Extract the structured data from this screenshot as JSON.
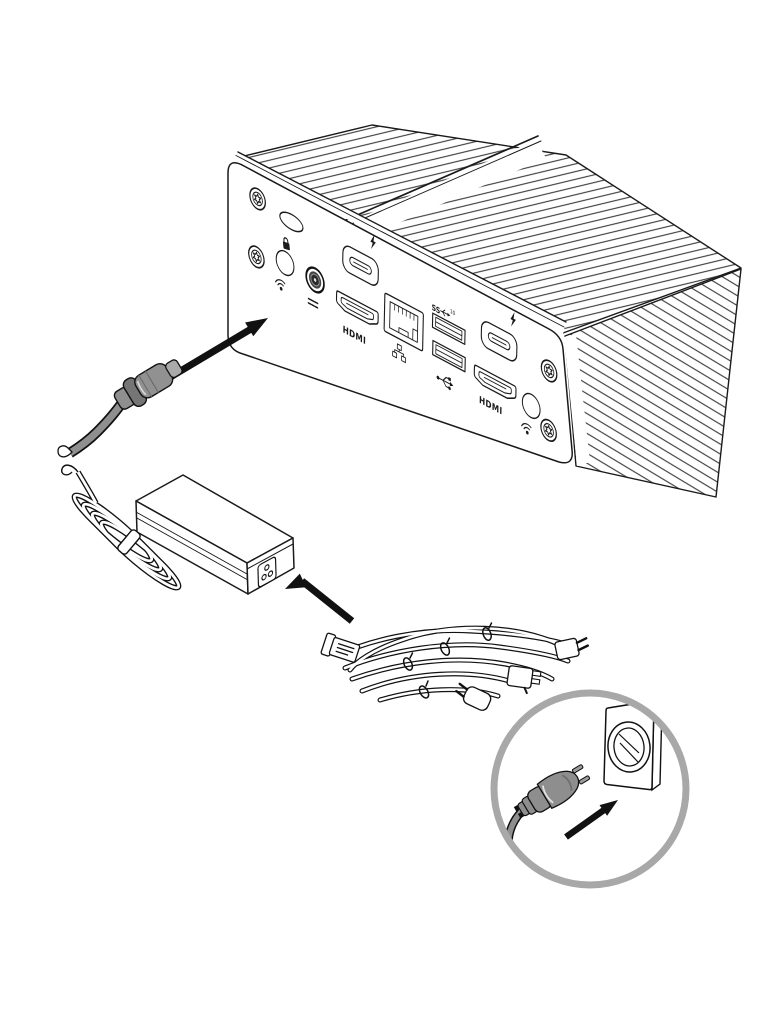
{
  "illustration": {
    "scene": "mini-pc-power-connection-steps",
    "labels": {
      "hdmi": "HDMI",
      "usb_speed_prefix": "SS",
      "usb_speed_value": "10"
    },
    "mini_pc": {
      "name": "mini-pc-rear-view",
      "screw_count": 4,
      "rear_ports": [
        {
          "id": "kensington-lock-slot",
          "icon": "lock-icon"
        },
        {
          "id": "antenna-connector-left",
          "icon": "wifi-icon"
        },
        {
          "id": "dc-power-jack",
          "icon": "dc-power-icon"
        },
        {
          "id": "usb-c-thunderbolt-1",
          "icon": "thunderbolt-icon"
        },
        {
          "id": "hdmi-1",
          "label": "HDMI"
        },
        {
          "id": "ethernet-rj45",
          "icon": "network-icon"
        },
        {
          "id": "usb-a-superspeed-10",
          "label": "SS 10",
          "icon": "superspeed-usb-icon"
        },
        {
          "id": "usb-a",
          "icon": "usb-trident-icon"
        },
        {
          "id": "usb-c-thunderbolt-2",
          "icon": "thunderbolt-icon"
        },
        {
          "id": "hdmi-2",
          "label": "HDMI"
        },
        {
          "id": "antenna-connector-right",
          "icon": "wifi-icon"
        }
      ]
    },
    "parts": [
      {
        "name": "dc-power-connector",
        "color": "#8f8f8f"
      },
      {
        "name": "power-adapter-brick",
        "detail": "cable wrapped with clip, 3-pin inlet"
      },
      {
        "name": "power-cord-bundle",
        "detail": "regional power cords tied together"
      },
      {
        "name": "wall-outlet-inset",
        "elements": [
          "eu-power-plug",
          "wall-socket",
          "arrow"
        ]
      }
    ],
    "arrows": [
      {
        "name": "arrow-plug-to-pc"
      },
      {
        "name": "arrow-cord-to-adapter"
      },
      {
        "name": "arrow-plug-to-outlet"
      }
    ],
    "colors": {
      "line": "#1a1a1a",
      "plug_gray": "#8e8e8e",
      "plug_gray_dark": "#6f6f6f",
      "cable_gray": "#7f7f7f",
      "inset_ring": "#a8a8a8",
      "background": "#ffffff"
    }
  }
}
